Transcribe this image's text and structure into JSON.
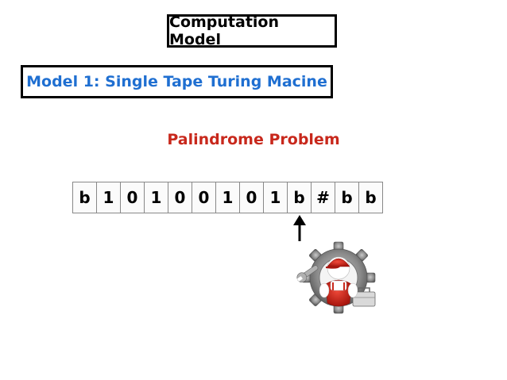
{
  "header": {
    "title": "Computation Model",
    "model": "Model 1: Single Tape Turing Macine"
  },
  "problem": {
    "title": "Palindrome Problem"
  },
  "tape": {
    "cells": [
      "b",
      "1",
      "0",
      "1",
      "0",
      "0",
      "1",
      "0",
      "1",
      "b",
      "#",
      "b",
      "b"
    ],
    "head_index": 9
  },
  "colors": {
    "model_text": "#1f6fd1",
    "problem_text": "#c8281c"
  },
  "icons": {
    "head": "arrow-up-icon",
    "mechanic": "mechanic-gear-icon"
  }
}
